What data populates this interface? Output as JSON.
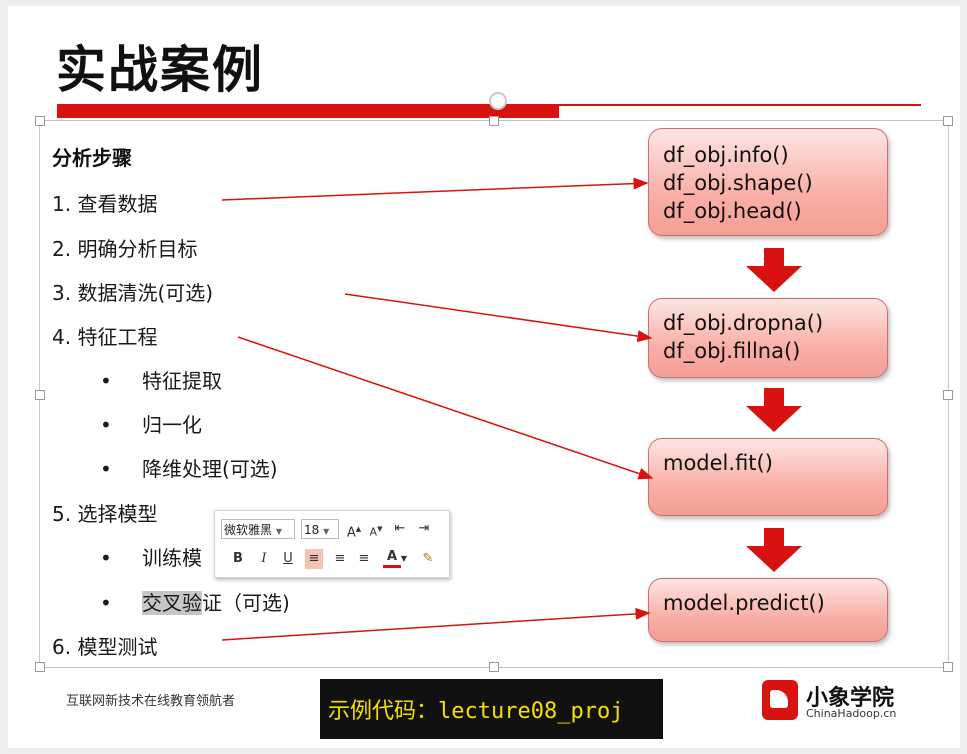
{
  "slide": {
    "title": "实战案例",
    "heading": "分析步骤",
    "steps": [
      "1. 查看数据",
      "2. 明确分析目标",
      "3. 数据清洗(可选)",
      "4. 特征工程",
      "5. 选择模型",
      "6. 模型测试"
    ],
    "sub_steps": {
      "s1": "特征提取",
      "s2": "归一化",
      "s3": "降维处理(可选)",
      "s4": "训练模",
      "s5_highlight": "交叉验",
      "s5_rest": "证（可选)"
    },
    "bullet": "•",
    "code_boxes": [
      {
        "lines": [
          "df_obj.info()",
          "df_obj.shape()",
          "df_obj.head()"
        ]
      },
      {
        "lines": [
          "df_obj.dropna()",
          "df_obj.fillna()"
        ]
      },
      {
        "lines": [
          "model.fit()"
        ]
      },
      {
        "lines": [
          "model.predict()"
        ]
      }
    ]
  },
  "toolbar": {
    "font_name": "微软雅黑",
    "font_size": "18",
    "grow_font": "A",
    "shrink_font": "A",
    "bold": "B",
    "italic": "I",
    "underline": "U",
    "font_color": "A"
  },
  "footer": {
    "tagline": "互联网新技术在线教育领航者",
    "code_label": "示例代码：",
    "code_value": "lecture08_proj",
    "logo_cn": "小象学院",
    "logo_en": "ChinaHadoop.cn"
  },
  "colors": {
    "accent_red": "#d8120f",
    "code_box_fill": "#f9b0a8",
    "footer_text": "#f5e000"
  }
}
